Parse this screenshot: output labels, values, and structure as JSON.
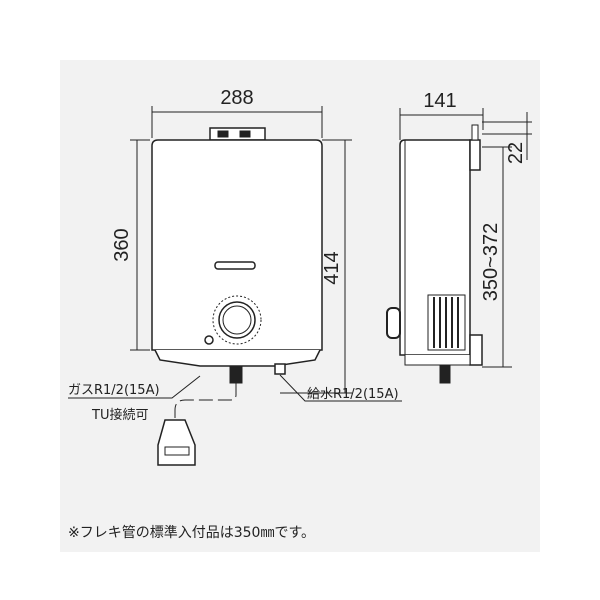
{
  "front_view": {
    "width_dim": "288",
    "height_dim": "360",
    "total_height_dim": "414",
    "gas_label": "ガスR1/2(15A)",
    "tu_label": "TU接続可",
    "water_label": "給水R1/2(15A)"
  },
  "side_view": {
    "depth_dim": "141",
    "bracket_dim": "22",
    "mount_dim": "350~372"
  },
  "note": "※フレキ管の標準入付品は350㎜です。",
  "colors": {
    "background": "#f2f2f2",
    "line": "#222222"
  }
}
